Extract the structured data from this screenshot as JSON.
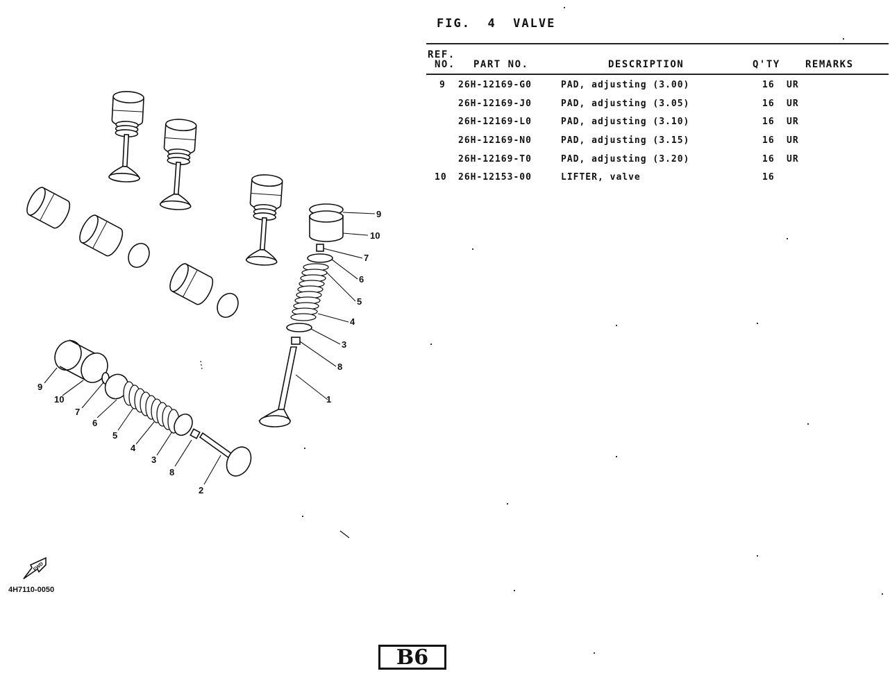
{
  "figure": {
    "label": "FIG.",
    "number": "4",
    "title": "VALVE"
  },
  "table": {
    "headers": {
      "ref_line1": "REF.",
      "ref_line2": "NO.",
      "part_no": "PART NO.",
      "description": "DESCRIPTION",
      "qty": "Q'TY",
      "remarks": "REMARKS"
    },
    "rows": [
      {
        "ref": "9",
        "part_no": "26H-12169-G0",
        "description": "PAD, adjusting (3.00)",
        "qty": "16",
        "remarks": "UR"
      },
      {
        "ref": "",
        "part_no": "26H-12169-J0",
        "description": "PAD, adjusting (3.05)",
        "qty": "16",
        "remarks": "UR"
      },
      {
        "ref": "",
        "part_no": "26H-12169-L0",
        "description": "PAD, adjusting (3.10)",
        "qty": "16",
        "remarks": "UR"
      },
      {
        "ref": "",
        "part_no": "26H-12169-N0",
        "description": "PAD, adjusting (3.15)",
        "qty": "16",
        "remarks": "UR"
      },
      {
        "ref": "",
        "part_no": "26H-12169-T0",
        "description": "PAD, adjusting (3.20)",
        "qty": "16",
        "remarks": "UR"
      },
      {
        "ref": "10",
        "part_no": "26H-12153-00",
        "description": "LIFTER, valve",
        "qty": "16",
        "remarks": ""
      }
    ]
  },
  "diagram": {
    "callouts_upright": [
      "9",
      "10",
      "7",
      "6",
      "5",
      "4",
      "3",
      "8",
      "1"
    ],
    "callouts_angled": [
      "9",
      "10",
      "7",
      "6",
      "5",
      "4",
      "3",
      "8",
      "2"
    ],
    "fwd_label": "FWD",
    "reference_code": "4H7110-0050"
  },
  "page_code": "B6",
  "colors": {
    "ink": "#111111",
    "paper": "#ffffff"
  }
}
